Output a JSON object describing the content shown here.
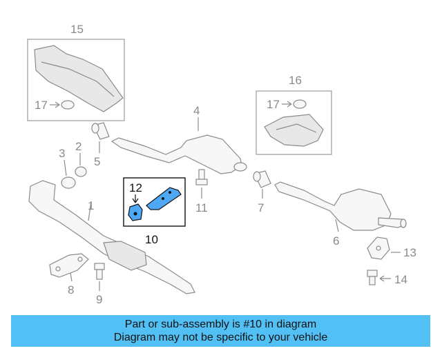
{
  "callouts": [
    "15",
    "17",
    "16",
    "17",
    "4",
    "3",
    "2",
    "5",
    "1",
    "12",
    "10",
    "11",
    "7",
    "6",
    "13",
    "8",
    "9",
    "14"
  ],
  "colors": {
    "highlight": "#4ea8f5",
    "banner": "#52c0f5",
    "line": "#8a8a8a"
  },
  "banner": {
    "line1": "Part or sub-assembly is #10 in diagram",
    "line2": "Diagram may not be specific to your vehicle"
  }
}
